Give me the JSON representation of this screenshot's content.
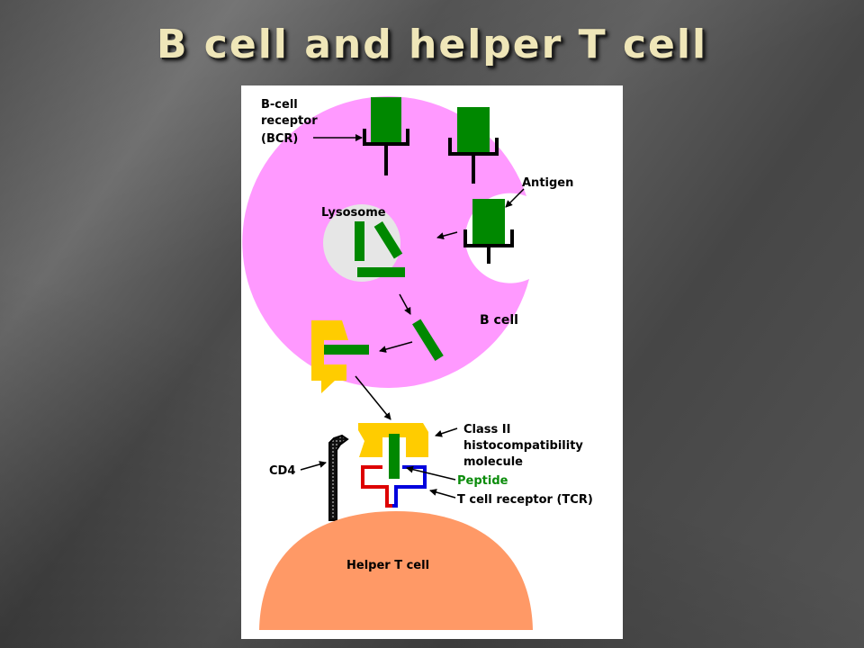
{
  "slide": {
    "title": "B cell and helper T cell"
  },
  "diagram": {
    "labels": {
      "bcr_line1": "B-cell",
      "bcr_line2": "receptor",
      "bcr_line3": "(BCR)",
      "antigen": "Antigen",
      "lysosome": "Lysosome",
      "b_cell": "B cell",
      "class2_line1": "Class II",
      "class2_line2": "histocompatibility",
      "class2_line3": "molecule",
      "peptide": "Peptide",
      "cd4": "CD4",
      "tcr": "T cell receptor (TCR)",
      "helper_t": "Helper T cell"
    },
    "colors": {
      "b_cell": "#ff99ff",
      "lysosome": "#e6e6e6",
      "antigen": "#008800",
      "mhc_class2": "#ffcc00",
      "tcr_red": "#dd0000",
      "tcr_blue": "#0000dd",
      "helper_t_cell": "#ff9966",
      "background_panel": "#ffffff"
    }
  }
}
